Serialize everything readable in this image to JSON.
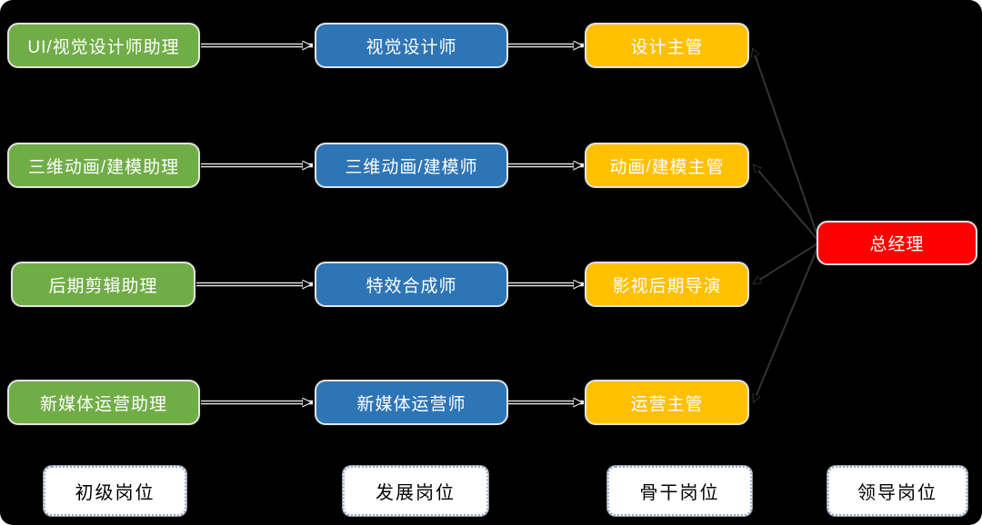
{
  "diagram": {
    "rows": [
      {
        "junior": "UI/视觉设计师助理",
        "development": "视觉设计师",
        "backbone": "设计主管"
      },
      {
        "junior": "三维动画/建模助理",
        "development": "三维动画/建模师",
        "backbone": "动画/建模主管"
      },
      {
        "junior": "后期剪辑助理",
        "development": "特效合成师",
        "backbone": "影视后期导演"
      },
      {
        "junior": "新媒体运营助理",
        "development": "新媒体运营师",
        "backbone": "运营主管"
      }
    ],
    "general_manager_label": "总经理",
    "categories": [
      {
        "label": "初级岗位"
      },
      {
        "label": "发展岗位"
      },
      {
        "label": "骨干岗位"
      },
      {
        "label": "领导岗位"
      }
    ],
    "colors": {
      "background": "#000000",
      "junior_box": "#70AD47",
      "development_box": "#2E75B6",
      "backbone_box": "#FFC000",
      "leader_box": "#FF0000",
      "box_text": "#FFFFFF",
      "category_text": "#000000",
      "category_border": "#8FAADC"
    }
  }
}
